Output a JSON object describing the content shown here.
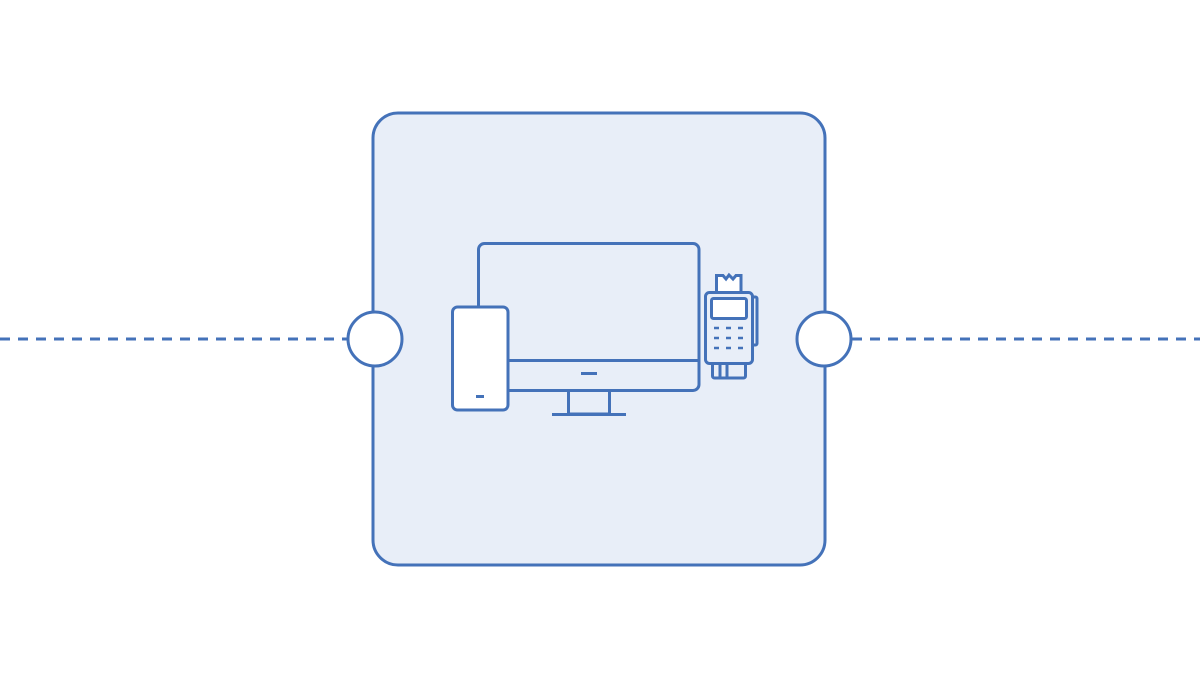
{
  "colors": {
    "stroke": "#4472b9",
    "fill": "#e8eef8",
    "background": "#ffffff",
    "white": "#ffffff"
  },
  "node": {
    "icon": "devices-icon",
    "icons": [
      "monitor-icon",
      "smartphone-icon",
      "card-terminal-icon"
    ]
  },
  "connectors": {
    "left": "dashed-line",
    "right": "dashed-line",
    "ports": [
      "input-port",
      "output-port"
    ]
  }
}
